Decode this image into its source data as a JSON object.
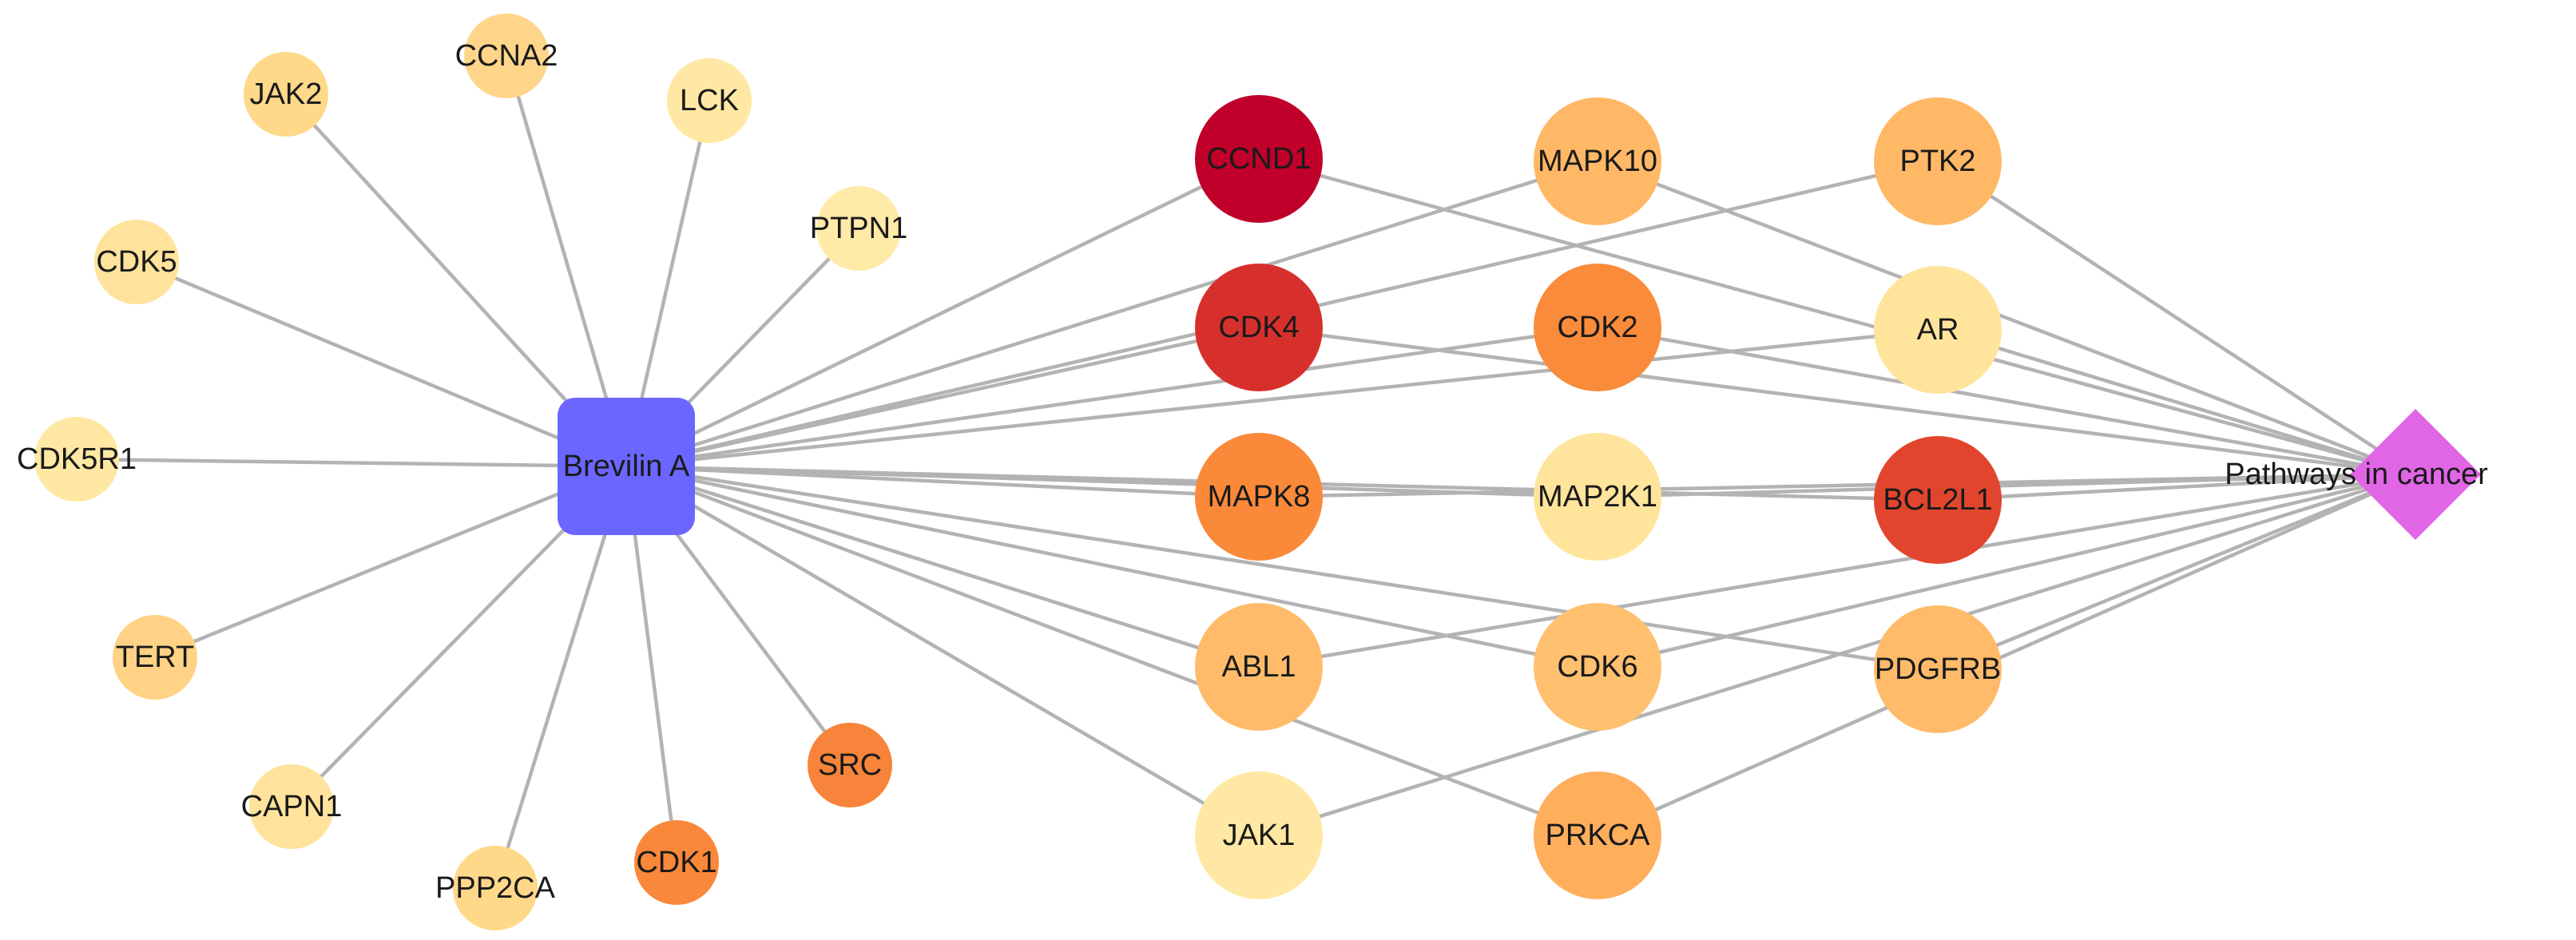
{
  "nodes": [
    {
      "id": "brevilin",
      "label": "Brevilin A",
      "shape": "rounded-square",
      "color": "#6b66ff"
    },
    {
      "id": "pathways",
      "label": "Pathways in cancer",
      "shape": "diamond",
      "color": "#e066e6"
    },
    {
      "id": "JAK2",
      "label": "JAK2",
      "shape": "circle",
      "color": "#ffd88a"
    },
    {
      "id": "CCNA2",
      "label": "CCNA2",
      "shape": "circle",
      "color": "#ffd58a"
    },
    {
      "id": "LCK",
      "label": "LCK",
      "shape": "circle",
      "color": "#ffe8a3"
    },
    {
      "id": "PTPN1",
      "label": "PTPN1",
      "shape": "circle",
      "color": "#ffeaa8"
    },
    {
      "id": "CDK5",
      "label": "CDK5",
      "shape": "circle",
      "color": "#ffe39c"
    },
    {
      "id": "CDK5R1",
      "label": "CDK5R1",
      "shape": "circle",
      "color": "#ffe8a3"
    },
    {
      "id": "TERT",
      "label": "TERT",
      "shape": "circle",
      "color": "#ffd286"
    },
    {
      "id": "CAPN1",
      "label": "CAPN1",
      "shape": "circle",
      "color": "#ffe39c"
    },
    {
      "id": "PPP2CA",
      "label": "PPP2CA",
      "shape": "circle",
      "color": "#ffd88a"
    },
    {
      "id": "CDK1",
      "label": "CDK1",
      "shape": "circle",
      "color": "#f9883a"
    },
    {
      "id": "SRC",
      "label": "SRC",
      "shape": "circle",
      "color": "#f7843a"
    },
    {
      "id": "CCND1",
      "label": "CCND1",
      "shape": "circle",
      "color": "#c0002a"
    },
    {
      "id": "MAPK10",
      "label": "MAPK10",
      "shape": "circle",
      "color": "#ffb866"
    },
    {
      "id": "PTK2",
      "label": "PTK2",
      "shape": "circle",
      "color": "#ffb866"
    },
    {
      "id": "CDK4",
      "label": "CDK4",
      "shape": "circle",
      "color": "#d7302c"
    },
    {
      "id": "CDK2",
      "label": "CDK2",
      "shape": "circle",
      "color": "#f98b3a"
    },
    {
      "id": "AR",
      "label": "AR",
      "shape": "circle",
      "color": "#ffe49c"
    },
    {
      "id": "MAPK8",
      "label": "MAPK8",
      "shape": "circle",
      "color": "#fa8a3a"
    },
    {
      "id": "MAP2K1",
      "label": "MAP2K1",
      "shape": "circle",
      "color": "#ffe49c"
    },
    {
      "id": "BCL2L1",
      "label": "BCL2L1",
      "shape": "circle",
      "color": "#e2452d"
    },
    {
      "id": "ABL1",
      "label": "ABL1",
      "shape": "circle",
      "color": "#ffbb6a"
    },
    {
      "id": "CDK6",
      "label": "CDK6",
      "shape": "circle",
      "color": "#ffc070"
    },
    {
      "id": "PDGFRB",
      "label": "PDGFRB",
      "shape": "circle",
      "color": "#ffbb6a"
    },
    {
      "id": "JAK1",
      "label": "JAK1",
      "shape": "circle",
      "color": "#ffe8a3"
    },
    {
      "id": "PRKCA",
      "label": "PRKCA",
      "shape": "circle",
      "color": "#ffae5c"
    }
  ],
  "edges": [
    [
      "brevilin",
      "JAK2"
    ],
    [
      "brevilin",
      "CCNA2"
    ],
    [
      "brevilin",
      "LCK"
    ],
    [
      "brevilin",
      "PTPN1"
    ],
    [
      "brevilin",
      "CDK5"
    ],
    [
      "brevilin",
      "CDK5R1"
    ],
    [
      "brevilin",
      "TERT"
    ],
    [
      "brevilin",
      "CAPN1"
    ],
    [
      "brevilin",
      "PPP2CA"
    ],
    [
      "brevilin",
      "CDK1"
    ],
    [
      "brevilin",
      "SRC"
    ],
    [
      "brevilin",
      "CCND1"
    ],
    [
      "brevilin",
      "MAPK10"
    ],
    [
      "brevilin",
      "PTK2"
    ],
    [
      "brevilin",
      "CDK4"
    ],
    [
      "brevilin",
      "CDK2"
    ],
    [
      "brevilin",
      "AR"
    ],
    [
      "brevilin",
      "MAPK8"
    ],
    [
      "brevilin",
      "MAP2K1"
    ],
    [
      "brevilin",
      "BCL2L1"
    ],
    [
      "brevilin",
      "ABL1"
    ],
    [
      "brevilin",
      "CDK6"
    ],
    [
      "brevilin",
      "PDGFRB"
    ],
    [
      "brevilin",
      "JAK1"
    ],
    [
      "brevilin",
      "PRKCA"
    ],
    [
      "pathways",
      "CCND1"
    ],
    [
      "pathways",
      "MAPK10"
    ],
    [
      "pathways",
      "PTK2"
    ],
    [
      "pathways",
      "CDK4"
    ],
    [
      "pathways",
      "CDK2"
    ],
    [
      "pathways",
      "AR"
    ],
    [
      "pathways",
      "MAPK8"
    ],
    [
      "pathways",
      "MAP2K1"
    ],
    [
      "pathways",
      "BCL2L1"
    ],
    [
      "pathways",
      "ABL1"
    ],
    [
      "pathways",
      "CDK6"
    ],
    [
      "pathways",
      "PDGFRB"
    ],
    [
      "pathways",
      "JAK1"
    ],
    [
      "pathways",
      "PRKCA"
    ]
  ]
}
